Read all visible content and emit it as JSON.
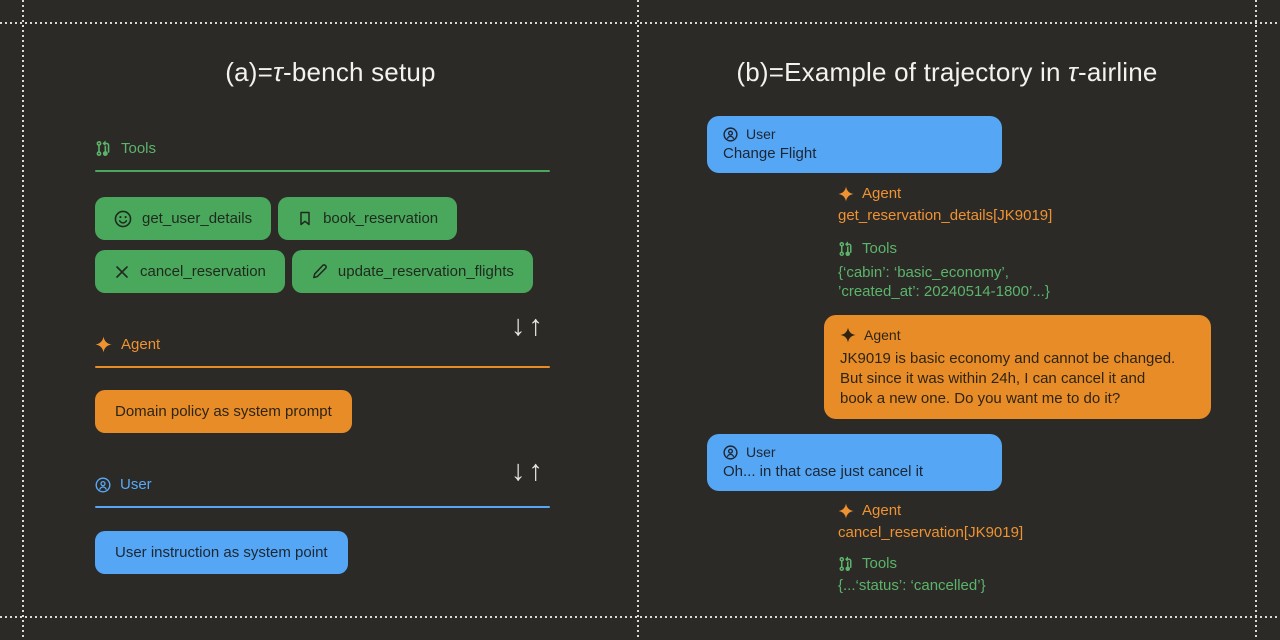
{
  "colors": {
    "background": "#2b2a27",
    "grid_line": "#dbd9d2",
    "green_fill": "#4aa85c",
    "green_text": "#5cb46a",
    "orange_fill": "#e88c28",
    "orange_text": "#ef9232",
    "blue_fill": "#55a7f6",
    "blue_text": "#58a9f7",
    "title_text": "#f3f2ee"
  },
  "panel_a": {
    "title": {
      "prefix": "(a)=",
      "tau": "τ",
      "suffix": "-bench setup"
    },
    "tools_section": {
      "label": "Tools",
      "buttons": [
        {
          "icon": "smiley-icon",
          "label": "get_user_details"
        },
        {
          "icon": "bookmark-icon",
          "label": "book_reservation"
        },
        {
          "icon": "x-icon",
          "label": "cancel_reservation"
        },
        {
          "icon": "pencil-icon",
          "label": "update_reservation_flights"
        }
      ]
    },
    "agent_section": {
      "label": "Agent",
      "arrows": "↓↑",
      "card": "Domain policy as system prompt"
    },
    "user_section": {
      "label": "User",
      "arrows": "↓↑",
      "card": "User instruction as system point"
    }
  },
  "panel_b": {
    "title": {
      "prefix": "(b)=Example of trajectory in ",
      "tau": "τ",
      "suffix": "-airline"
    },
    "user_msg_1": {
      "role": "User",
      "text": "Change Flight"
    },
    "agent_call_1": {
      "role": "Agent",
      "code": "get_reservation_details[JK9019]"
    },
    "tools_result_1": {
      "role": "Tools",
      "line1": "{‘cabin’: ‘basic_economy’,",
      "line2": "’created_at’: 20240514-1800’...}"
    },
    "agent_msg": {
      "role": "Agent",
      "line1": "JK9019 is basic economy and cannot be changed.",
      "line2": "But since it was within 24h, I can cancel it and",
      "line3": "book a new one. Do you want me to do it?"
    },
    "user_msg_2": {
      "role": "User",
      "text": "Oh... in that case just cancel it"
    },
    "agent_call_2": {
      "role": "Agent",
      "code": "cancel_reservation[JK9019]"
    },
    "tools_result_2": {
      "role": "Tools",
      "line": "{...‘status’: ‘cancelled’}"
    }
  }
}
